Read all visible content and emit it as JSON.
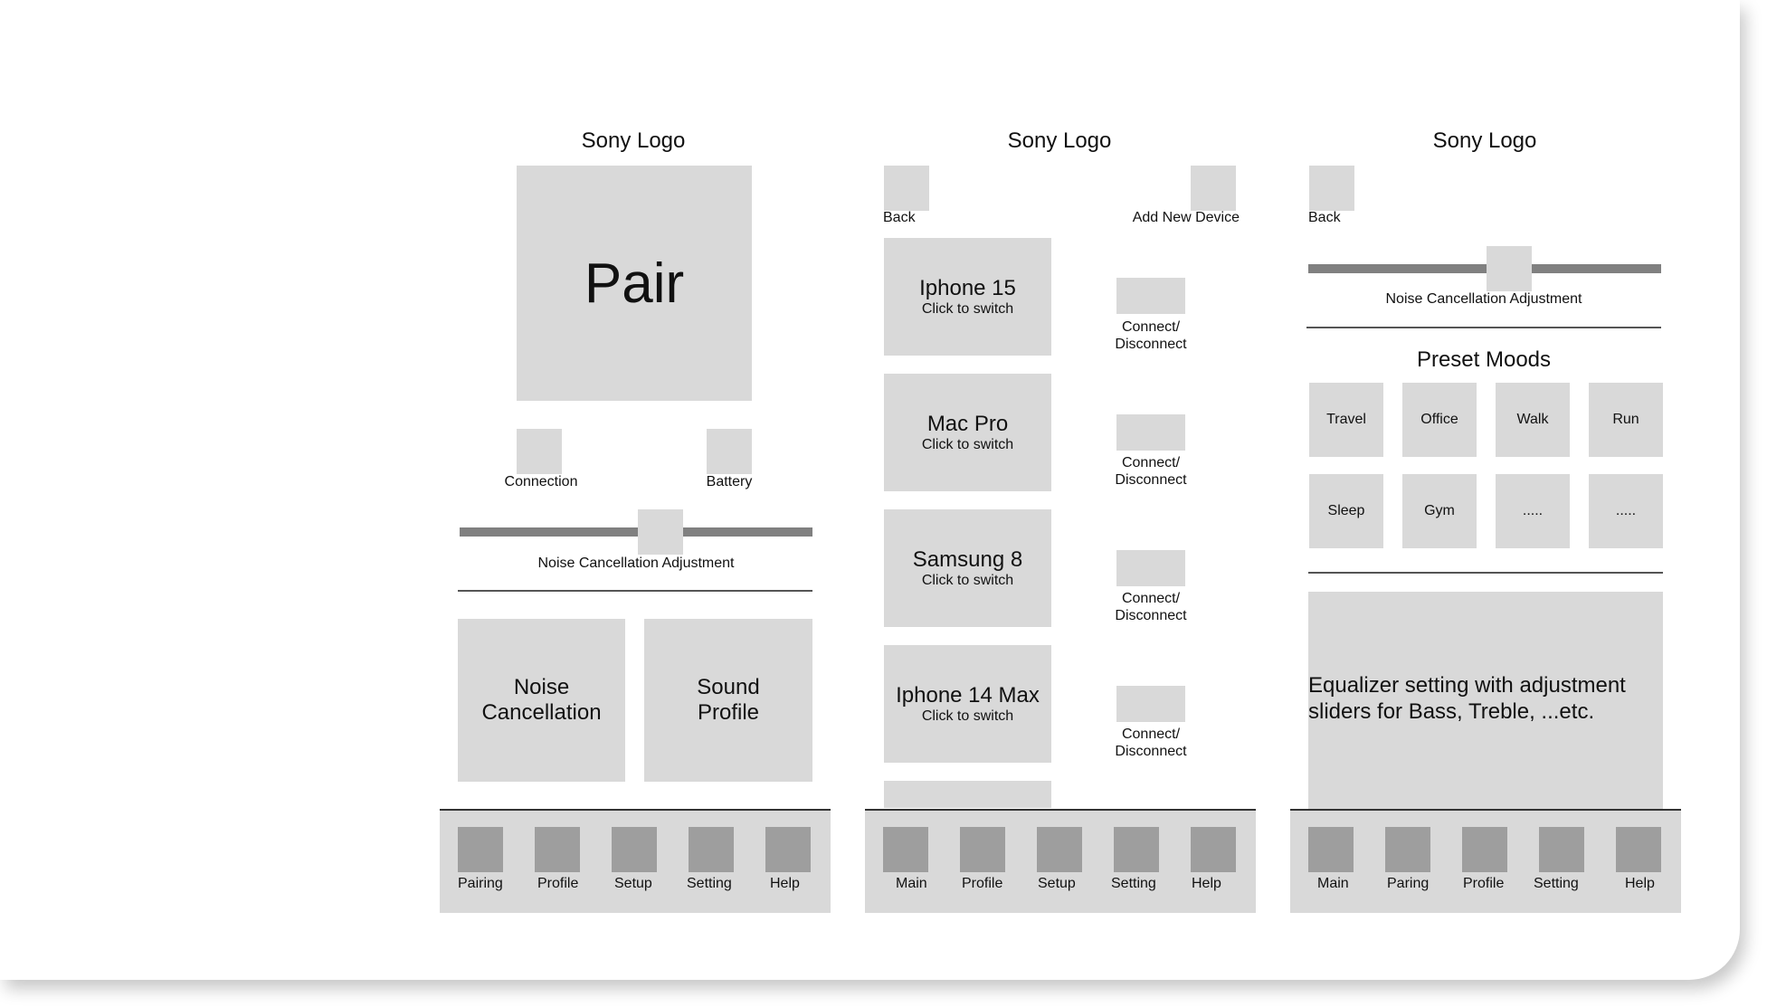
{
  "panels": {
    "home": {
      "logo": "Sony Logo",
      "pair_label": "Pair",
      "connection_label": "Connection",
      "battery_label": "Battery",
      "slider_label": "Noise Cancellation Adjustment",
      "slider_value": 0.57,
      "tiles": [
        {
          "line1": "Noise",
          "line2": "Cancellation"
        },
        {
          "line1": "Sound",
          "line2": "Profile"
        }
      ],
      "nav": [
        "Pairing",
        "Profile",
        "Setup",
        "Setting",
        "Help"
      ]
    },
    "devices": {
      "logo": "Sony Logo",
      "back_label": "Back",
      "add_label": "Add New Device",
      "devices": [
        {
          "name": "Iphone 15",
          "hint": "Click to switch",
          "action1": "Connect/",
          "action2": "Disconnect"
        },
        {
          "name": "Mac Pro",
          "hint": "Click to switch",
          "action1": "Connect/",
          "action2": "Disconnect"
        },
        {
          "name": "Samsung 8",
          "hint": "Click to switch",
          "action1": "Connect/",
          "action2": "Disconnect"
        },
        {
          "name": "Iphone 14 Max",
          "hint": "Click to switch",
          "action1": "Connect/",
          "action2": "Disconnect"
        }
      ],
      "nav": [
        "Main",
        "Profile",
        "Setup",
        "Setting",
        "Help"
      ]
    },
    "profile": {
      "logo": "Sony Logo",
      "back_label": "Back",
      "slider_label": "Noise Cancellation Adjustment",
      "slider_value": 0.57,
      "moods_title": "Preset Moods",
      "moods": [
        "Travel",
        "Office",
        "Walk",
        "Run",
        "Sleep",
        "Gym",
        ".....",
        "....."
      ],
      "equalizer_line1": "Equalizer setting with adjustment",
      "equalizer_line2": "sliders for Bass, Treble, ...etc.",
      "nav": [
        "Main",
        "Paring",
        "Profile",
        "Setting",
        "Help"
      ]
    }
  }
}
